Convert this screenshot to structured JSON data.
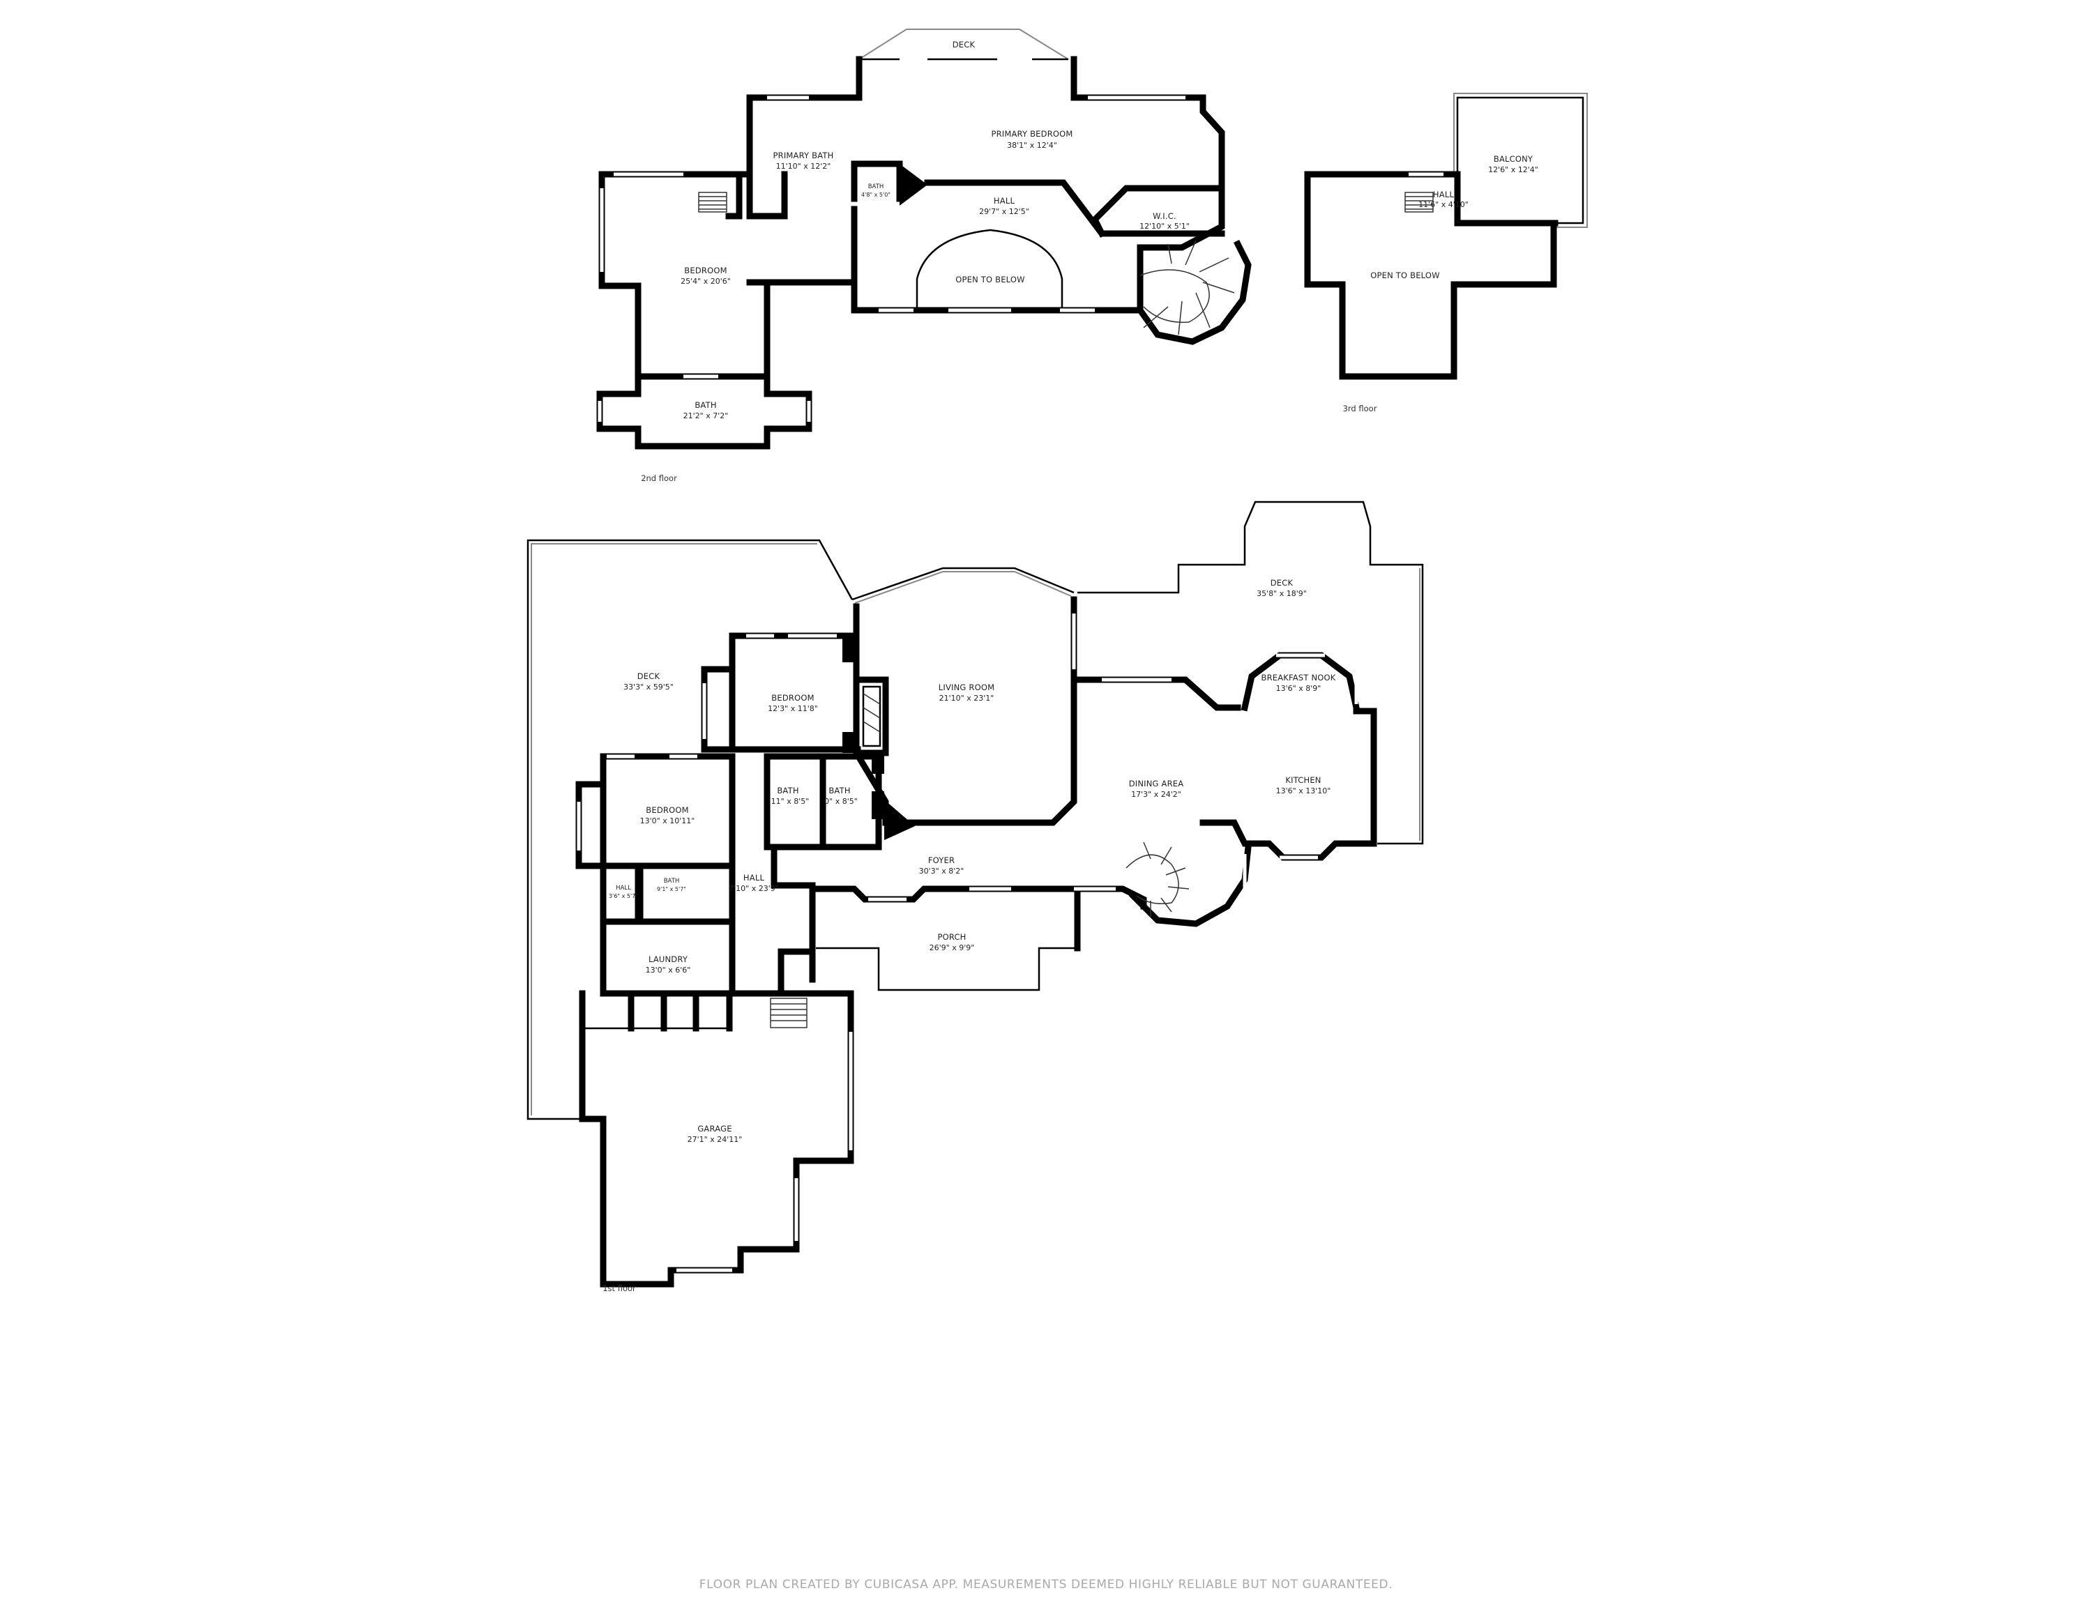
{
  "floors": {
    "second": {
      "label": "2nd floor",
      "rooms": [
        {
          "id": "deck2",
          "name": "DECK",
          "dim": ""
        },
        {
          "id": "primary-bedroom",
          "name": "PRIMARY BEDROOM",
          "dim": "38'1\" x 12'4\""
        },
        {
          "id": "primary-bath",
          "name": "PRIMARY BATH",
          "dim": "11'10\" x 12'2\""
        },
        {
          "id": "bath-small2",
          "name": "BATH",
          "dim": "4'8\" x 5'0\""
        },
        {
          "id": "hall2",
          "name": "HALL",
          "dim": "29'7\" x 12'5\""
        },
        {
          "id": "wic",
          "name": "W.I.C.",
          "dim": "12'10\" x 5'1\""
        },
        {
          "id": "bedroom2",
          "name": "BEDROOM",
          "dim": "25'4\" x 20'6\""
        },
        {
          "id": "open-below2",
          "name": "OPEN TO BELOW",
          "dim": ""
        },
        {
          "id": "bath2",
          "name": "BATH",
          "dim": "21'2\" x 7'2\""
        }
      ]
    },
    "third": {
      "label": "3rd floor",
      "rooms": [
        {
          "id": "balcony",
          "name": "BALCONY",
          "dim": "12'6\" x 12'4\""
        },
        {
          "id": "hall3",
          "name": "HALL",
          "dim": "11'6\" x 4'10\""
        },
        {
          "id": "open-below3",
          "name": "OPEN TO BELOW",
          "dim": ""
        }
      ]
    },
    "first": {
      "label": "1st floor",
      "rooms": [
        {
          "id": "deck-left",
          "name": "DECK",
          "dim": "33'3\" x 59'5\""
        },
        {
          "id": "bedroom1a",
          "name": "BEDROOM",
          "dim": "12'3\" x 11'8\""
        },
        {
          "id": "living",
          "name": "LIVING ROOM",
          "dim": "21'10\" x 23'1\""
        },
        {
          "id": "deck-right",
          "name": "DECK",
          "dim": "35'8\" x 18'9\""
        },
        {
          "id": "nook",
          "name": "BREAKFAST NOOK",
          "dim": "13'6\" x 8'9\""
        },
        {
          "id": "kitchen",
          "name": "KITCHEN",
          "dim": "13'6\" x 13'10\""
        },
        {
          "id": "dining",
          "name": "DINING AREA",
          "dim": "17'3\" x 24'2\""
        },
        {
          "id": "bedroom1b",
          "name": "BEDROOM",
          "dim": "13'0\" x 10'11\""
        },
        {
          "id": "bath1a",
          "name": "BATH",
          "dim": "11\" x 8'5\""
        },
        {
          "id": "bath1b",
          "name": "BATH",
          "dim": "0\" x 8'5\""
        },
        {
          "id": "hall1",
          "name": "HALL",
          "dim": "7'10\" x 23'9\""
        },
        {
          "id": "hall-small",
          "name": "HALL",
          "dim": "3'6\" x 5'7\""
        },
        {
          "id": "bath-small1",
          "name": "BATH",
          "dim": "9'1\" x 5'7\""
        },
        {
          "id": "foyer",
          "name": "FOYER",
          "dim": "30'3\" x 8'2\""
        },
        {
          "id": "porch",
          "name": "PORCH",
          "dim": "26'9\" x 9'9\""
        },
        {
          "id": "laundry",
          "name": "LAUNDRY",
          "dim": "13'0\" x 6'6\""
        },
        {
          "id": "garage",
          "name": "GARAGE",
          "dim": "27'1\" x 24'11\""
        }
      ]
    }
  },
  "footer": "FLOOR PLAN CREATED BY CUBICASA APP. MEASUREMENTS DEEMED HIGHLY RELIABLE BUT NOT GUARANTEED.",
  "colors": {
    "wall": "#000000",
    "background": "#ffffff",
    "footer_text": "#a9a9a9"
  }
}
